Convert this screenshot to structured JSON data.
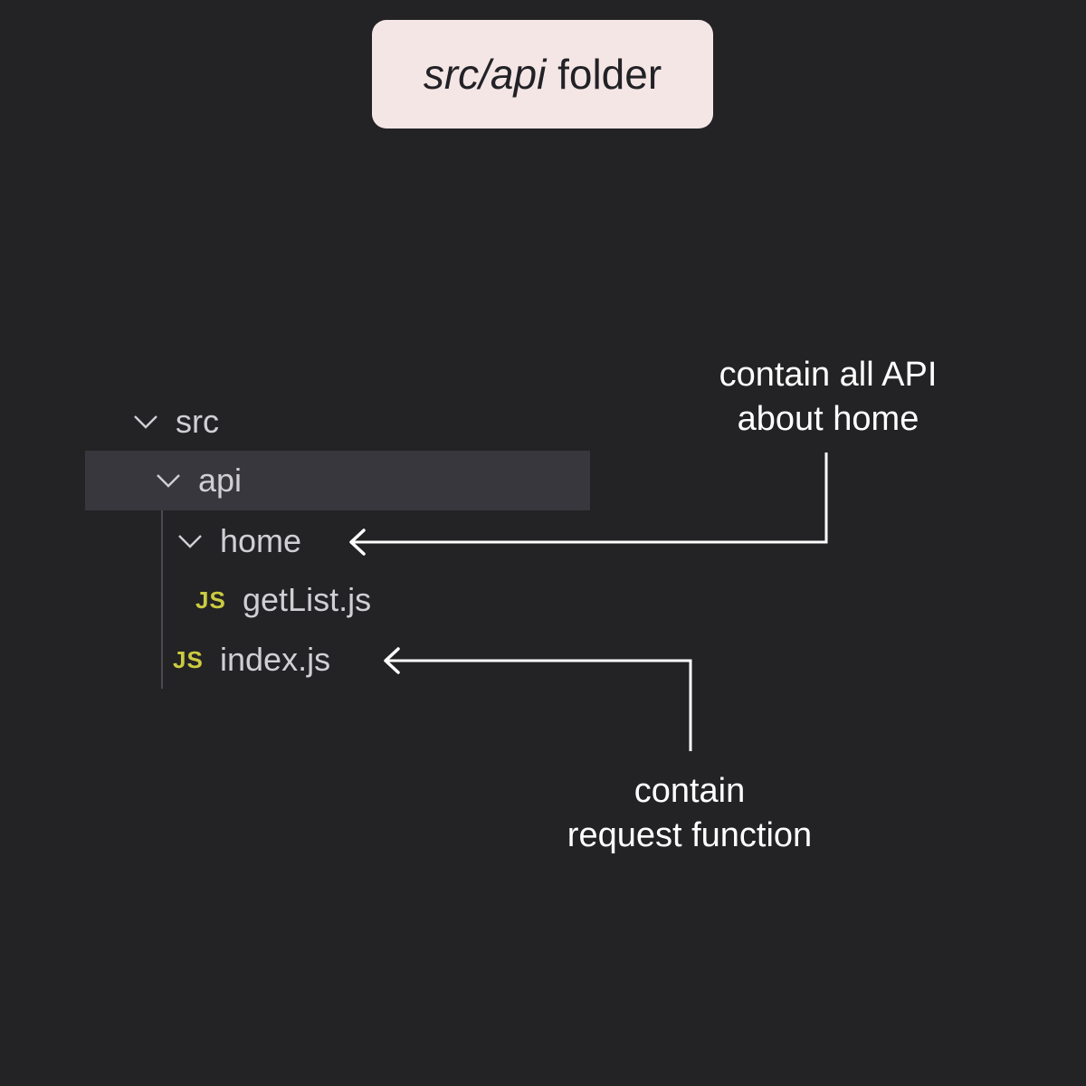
{
  "title": {
    "italic_part": "src/api",
    "plain_part": " folder"
  },
  "tree": {
    "src_label": "src",
    "api_label": "api",
    "home_label": "home",
    "getlist_label": "getList.js",
    "index_label": "index.js",
    "js_badge": "JS"
  },
  "annotations": {
    "home_note_line1": "contain all API",
    "home_note_line2": "about home",
    "index_note_line1": "contain",
    "index_note_line2": "request function"
  },
  "colors": {
    "background": "#232325",
    "badge_bg": "#f5e6e6",
    "selected_row": "#37373d",
    "js_icon": "#cbcb41",
    "annotation_text": "#ffffff"
  }
}
